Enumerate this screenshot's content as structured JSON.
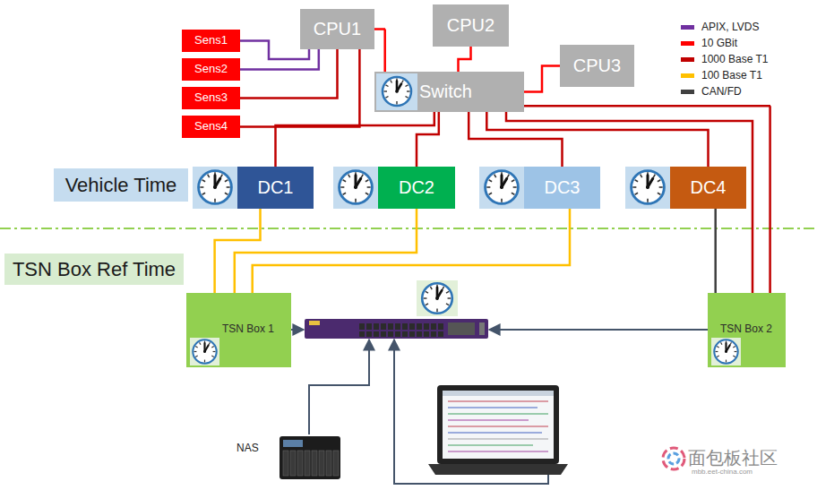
{
  "diagram": {
    "nodes": [
      {
        "text": [
          "CPU1"
        ]
      },
      {
        "text": [
          "CPU2"
        ]
      },
      {
        "text": [
          "CPU3"
        ]
      },
      {
        "text": [
          "Sens1"
        ]
      },
      {
        "text": [
          "Sens2"
        ]
      },
      {
        "text": [
          "Sens3"
        ]
      },
      {
        "text": [
          "Sens4"
        ]
      },
      {
        "text": [
          "Switch"
        ]
      },
      {
        "text": [
          "Vehicle Time"
        ]
      },
      {
        "text": [
          "DC1"
        ]
      },
      {
        "text": [
          "DC2"
        ]
      },
      {
        "text": [
          "DC3"
        ]
      },
      {
        "text": [
          "DC4"
        ]
      },
      {
        "text": [
          "TSN Box Ref Time"
        ]
      },
      {
        "text": [
          "TSN Box 1"
        ]
      },
      {
        "text": [
          "TSN Box 2"
        ]
      }
    ],
    "edges": [
      {
        "from": 3,
        "to": 0,
        "arrow": "none"
      },
      {
        "from": 4,
        "to": 0,
        "arrow": "none"
      },
      {
        "from": 5,
        "to": 0,
        "arrow": "none"
      },
      {
        "from": 6,
        "to": 0,
        "arrow": "none"
      },
      {
        "from": 0,
        "to": 7,
        "arrow": "none"
      },
      {
        "from": 1,
        "to": 7,
        "arrow": "none"
      },
      {
        "from": 2,
        "to": 7,
        "arrow": "none"
      },
      {
        "from": 7,
        "to": 9,
        "arrow": "none"
      },
      {
        "from": 7,
        "to": 10,
        "arrow": "none"
      },
      {
        "from": 7,
        "to": 11,
        "arrow": "none"
      },
      {
        "from": 7,
        "to": 12,
        "arrow": "none"
      },
      {
        "from": 7,
        "to": 15,
        "arrow": "none"
      },
      {
        "from": 7,
        "to": 15,
        "arrow": "none"
      },
      {
        "from": 9,
        "to": 14,
        "arrow": "none"
      },
      {
        "from": 10,
        "to": 14,
        "arrow": "none"
      },
      {
        "from": 11,
        "to": 14,
        "arrow": "none"
      },
      {
        "from": 12,
        "to": 15,
        "arrow": "none"
      }
    ],
    "labels": [
      "NAS",
      "面包板社区",
      "mbb.eet-china.com"
    ],
    "legend": [
      {
        "text": "APIX, LVDS",
        "color": "#7030a0"
      },
      {
        "text": "10 GBit",
        "color": "#ff0000"
      },
      {
        "text": "1000 Base T1",
        "color": "#c00000"
      },
      {
        "text": "100 Base T1",
        "color": "#ffc000"
      },
      {
        "text": "CAN/FD",
        "color": "#404040"
      }
    ]
  }
}
